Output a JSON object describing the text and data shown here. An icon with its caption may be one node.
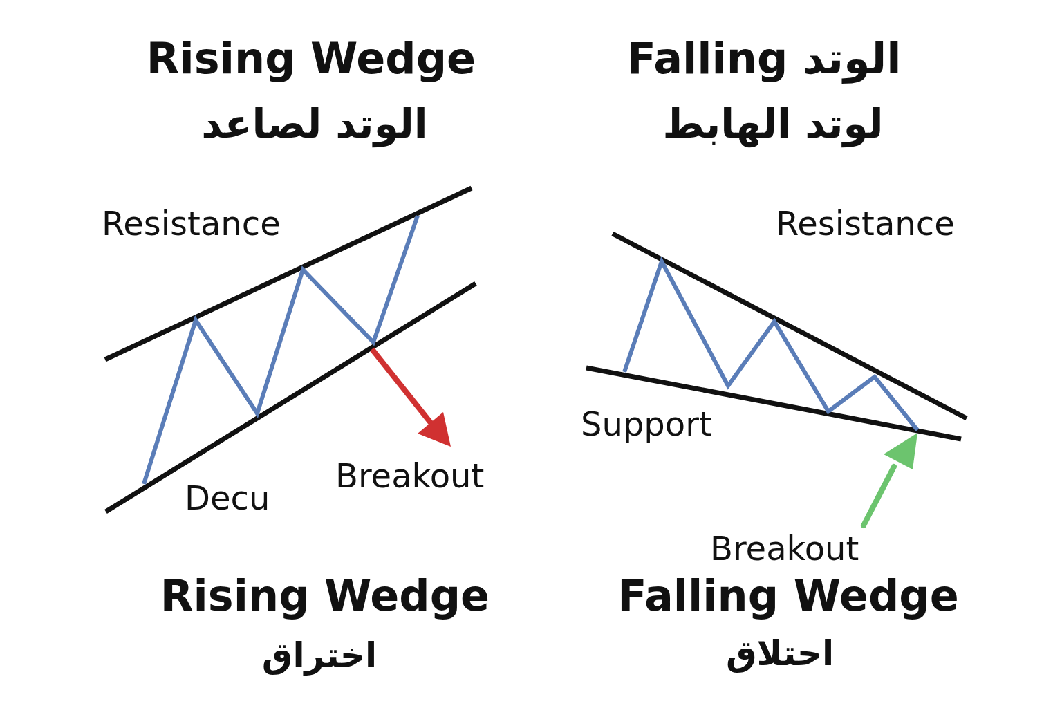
{
  "diagram": {
    "labels": [
      "Rising Wedge",
      "Falling الوتد",
      "الوتد لصاعد",
      "لوتد الهابط",
      "Resistance",
      "Resistance",
      "Support",
      "Decu",
      "Breakout",
      "Breakout",
      "Rising Wedge",
      "Falling Wedge",
      "اختراق",
      "احتلاق"
    ]
  }
}
